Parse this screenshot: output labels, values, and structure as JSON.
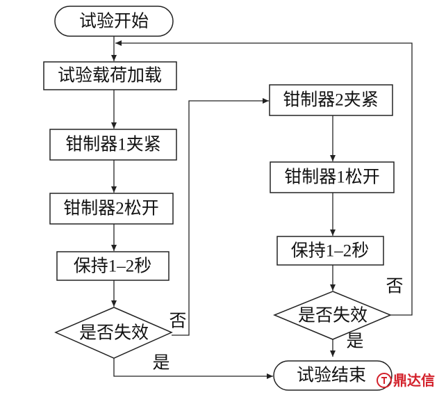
{
  "diagram": {
    "nodes": {
      "start": "试验开始",
      "load": "试验载荷加载",
      "clamp1_close": "钳制器1夹紧",
      "clamp2_open": "钳制器2松开",
      "hold_left": "保持1–2秒",
      "check_left": "是否失效",
      "clamp2_close": "钳制器2夹紧",
      "clamp1_open": "钳制器1松开",
      "hold_right": "保持1–2秒",
      "check_right": "是否失效",
      "end": "试验结束"
    },
    "edge_labels": {
      "left_no": "否",
      "left_yes": "是",
      "right_no": "否",
      "right_yes": "是"
    }
  },
  "watermark": {
    "text": "鼎达信",
    "color": "#d3202a"
  }
}
